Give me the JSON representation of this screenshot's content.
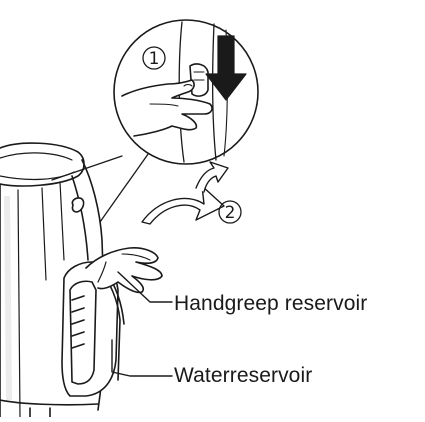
{
  "steps": [
    {
      "number": "1"
    },
    {
      "number": "2"
    }
  ],
  "callouts": {
    "handle_label": "Handgreep reservoir",
    "tank_label": "Waterreservoir"
  },
  "icons": {
    "push_arrow": "arrow-down-icon",
    "lift_arrow": "curved-arrow-icon"
  },
  "colors": {
    "line": "#1a1a1a",
    "fill": "#ffffff",
    "shade": "#e6e6e6"
  }
}
